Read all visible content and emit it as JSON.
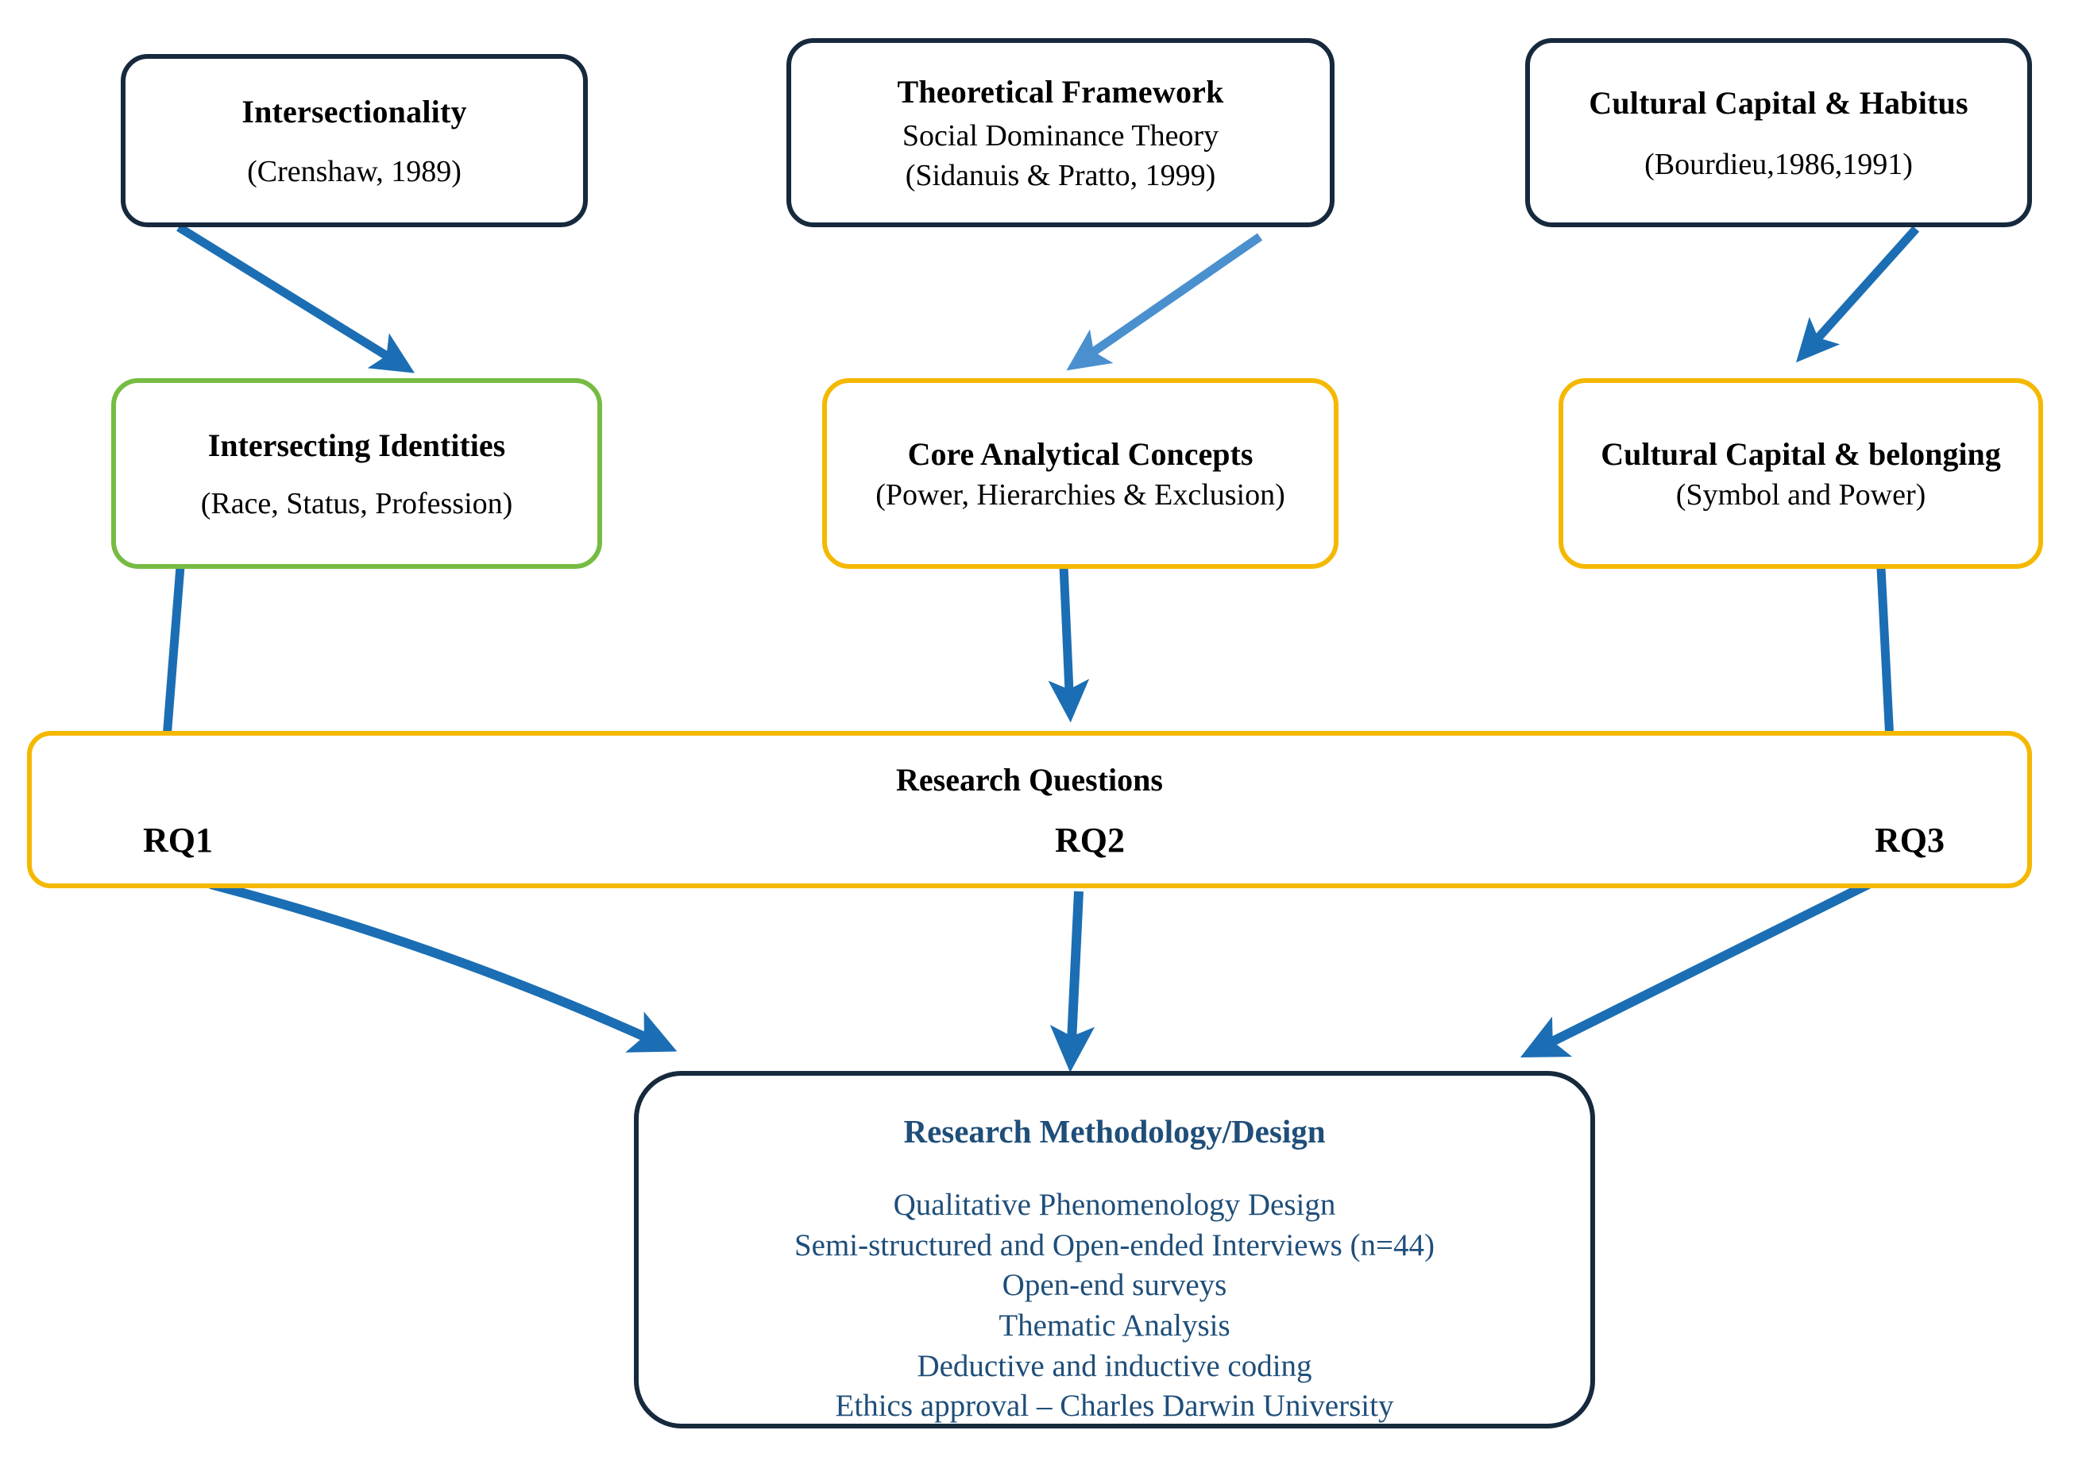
{
  "diagram": {
    "title": "Conceptual Framework Flow Diagram",
    "colors": {
      "navy_outline": "#16293d",
      "green_outline": "#76bc43",
      "amber_outline": "#f5b800",
      "arrow_blue": "#1b6eb3",
      "arrow_light_blue": "#4a90cf",
      "methodology_text": "#1f4e79"
    }
  },
  "theory_row": [
    {
      "id": "intersectionality",
      "title": "Intersectionality",
      "sub": "(Crenshaw, 1989)"
    },
    {
      "id": "theoretical-framework",
      "title": "Theoretical Framework",
      "sub": "Social Dominance Theory",
      "sub2": "(Sidanuis & Pratto, 1999)"
    },
    {
      "id": "cultural-capital-habitus",
      "title": "Cultural Capital & Habitus",
      "sub": "(Bourdieu,1986,1991)"
    }
  ],
  "concept_row": [
    {
      "id": "intersecting-identities",
      "title": "Intersecting Identities",
      "sub": "(Race, Status, Profession)",
      "outline": "green"
    },
    {
      "id": "core-analytical-concepts",
      "title": "Core Analytical Concepts",
      "sub": "(Power, Hierarchies & Exclusion)",
      "outline": "amber"
    },
    {
      "id": "cultural-capital-belonging",
      "title": "Cultural Capital & belonging",
      "sub": "(Symbol and Power)",
      "outline": "amber"
    }
  ],
  "research_questions": {
    "title": "Research Questions",
    "items": [
      "RQ1",
      "RQ2",
      "RQ3"
    ]
  },
  "methodology": {
    "title": "Research Methodology/Design",
    "lines": [
      "Qualitative Phenomenology Design",
      "Semi-structured and Open-ended Interviews (n=44)",
      "Open-end surveys",
      "Thematic Analysis",
      "Deductive and inductive coding",
      "Ethics approval – Charles Darwin University"
    ]
  },
  "connectors": [
    {
      "id": "intersectionality-to-identities",
      "from": "intersectionality",
      "to": "intersecting-identities",
      "color": "#1b6eb3"
    },
    {
      "id": "framework-to-core-concepts",
      "from": "theoretical-framework",
      "to": "core-analytical-concepts",
      "color": "#4a90cf"
    },
    {
      "id": "habitus-to-belonging",
      "from": "cultural-capital-habitus",
      "to": "cultural-capital-belonging",
      "color": "#1b6eb3"
    },
    {
      "id": "identities-to-rq1",
      "from": "intersecting-identities",
      "to": "RQ1",
      "color": "#1b6eb3"
    },
    {
      "id": "core-concepts-to-rq2",
      "from": "core-analytical-concepts",
      "to": "RQ2",
      "color": "#1b6eb3"
    },
    {
      "id": "belonging-to-rq3",
      "from": "cultural-capital-belonging",
      "to": "RQ3",
      "color": "#1b6eb3"
    },
    {
      "id": "rq1-to-methodology",
      "from": "RQ1",
      "to": "methodology",
      "color": "#1b6eb3"
    },
    {
      "id": "rq2-to-methodology",
      "from": "RQ2",
      "to": "methodology",
      "color": "#1b6eb3"
    },
    {
      "id": "rq3-to-methodology",
      "from": "RQ3",
      "to": "methodology",
      "color": "#1b6eb3"
    }
  ]
}
